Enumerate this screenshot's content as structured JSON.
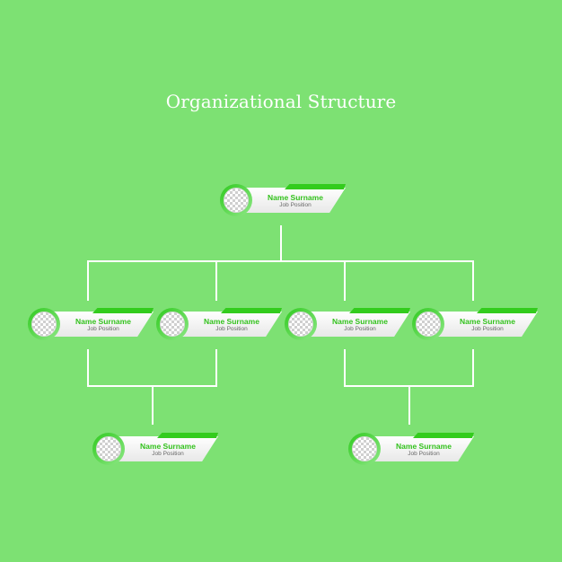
{
  "title": "Organizational Structure",
  "colors": {
    "background": "#7de173",
    "accent": "#33cc1d",
    "connector": "#ffffff",
    "name_text": "#33c21d",
    "role_text": "#666666"
  },
  "nodes": [
    {
      "id": "root",
      "name": "Name Surname",
      "position": "Job Position",
      "photo_icon": "placeholder-image-icon"
    },
    {
      "id": "level2-1",
      "name": "Name Surname",
      "position": "Job Position",
      "photo_icon": "placeholder-image-icon"
    },
    {
      "id": "level2-2",
      "name": "Name Surname",
      "position": "Job Position",
      "photo_icon": "placeholder-image-icon"
    },
    {
      "id": "level2-3",
      "name": "Name Surname",
      "position": "Job Position",
      "photo_icon": "placeholder-image-icon"
    },
    {
      "id": "level2-4",
      "name": "Name Surname",
      "position": "Job Position",
      "photo_icon": "placeholder-image-icon"
    },
    {
      "id": "level3-1",
      "name": "Name Surname",
      "position": "Job Position",
      "photo_icon": "placeholder-image-icon"
    },
    {
      "id": "level3-2",
      "name": "Name Surname",
      "position": "Job Position",
      "photo_icon": "placeholder-image-icon"
    }
  ],
  "edges": [
    {
      "from": "root",
      "to": "level2-1"
    },
    {
      "from": "root",
      "to": "level2-2"
    },
    {
      "from": "root",
      "to": "level2-3"
    },
    {
      "from": "root",
      "to": "level2-4"
    },
    {
      "from": "level2-1",
      "to": "level3-1"
    },
    {
      "from": "level2-2",
      "to": "level3-1"
    },
    {
      "from": "level2-3",
      "to": "level3-2"
    },
    {
      "from": "level2-4",
      "to": "level3-2"
    }
  ]
}
